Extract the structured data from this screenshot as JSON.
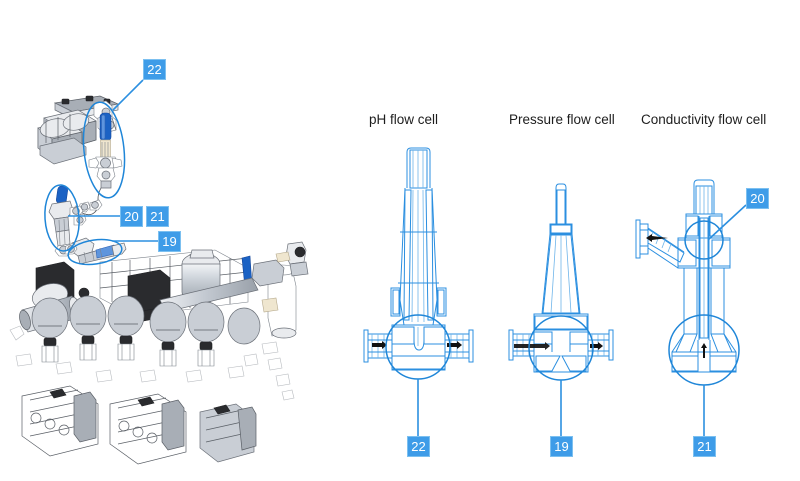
{
  "figure": {
    "type": "technical-assembly-diagram",
    "background_color": "#ffffff",
    "accent_color": "#3e9ce8",
    "line_color": "#2b8fe0"
  },
  "sections": {
    "ph": {
      "title": "pH flow cell"
    },
    "pressure": {
      "title": "Pressure flow cell"
    },
    "conductivity": {
      "title": "Conductivity flow cell"
    }
  },
  "callouts": {
    "assembly": [
      {
        "id": "c22",
        "label": "22"
      },
      {
        "id": "c20",
        "label": "20"
      },
      {
        "id": "c21",
        "label": "21"
      },
      {
        "id": "c19",
        "label": "19"
      }
    ],
    "cells": [
      {
        "id": "ph_bottom",
        "label": "22"
      },
      {
        "id": "pressure_bottom",
        "label": "19"
      },
      {
        "id": "conductivity_bottom",
        "label": "21"
      },
      {
        "id": "conductivity_top",
        "label": "20"
      }
    ]
  }
}
